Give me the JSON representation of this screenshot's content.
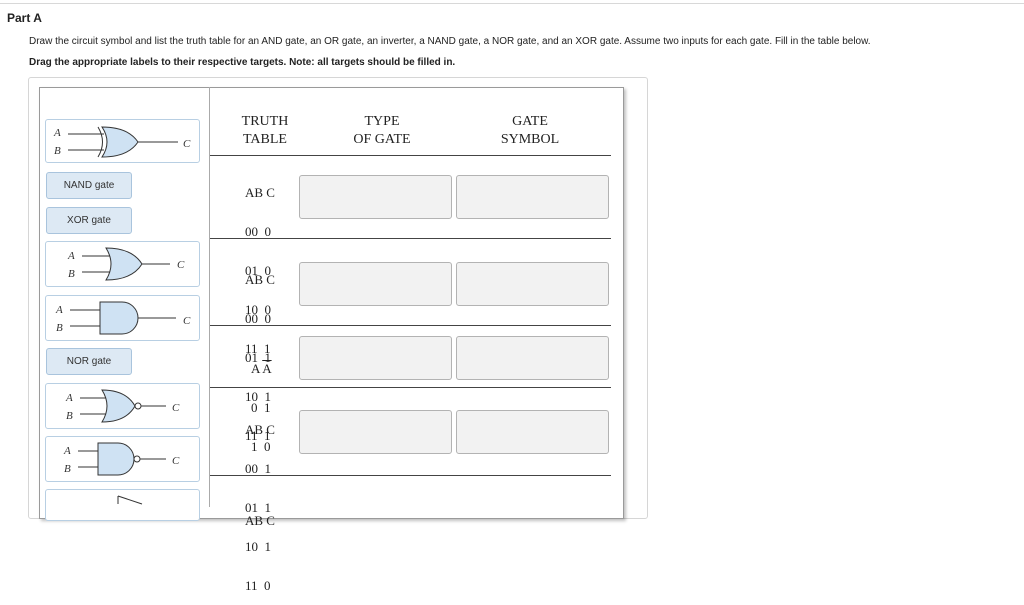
{
  "part": {
    "title": "Part A"
  },
  "instructions": "Draw the circuit symbol and list the truth table for an AND gate, an OR gate, an inverter, a NAND gate, a NOR gate, and an XOR gate. Assume two inputs for each gate. Fill in the table below.",
  "drag_instruction": "Drag the appropriate labels to their respective targets. Note: all targets should be filled in.",
  "gate_inputs": {
    "a": "A",
    "b": "B",
    "out": "C"
  },
  "labels": {
    "nand": "NAND gate",
    "xor": "XOR gate",
    "nor": "NOR gate"
  },
  "table": {
    "headers": {
      "truth_1": "TRUTH",
      "truth_2": "TABLE",
      "type_1": "TYPE",
      "type_2": "OF GATE",
      "symbol_1": "GATE",
      "symbol_2": "SYMBOL"
    },
    "rows": [
      {
        "header": "AB C",
        "lines": [
          "00  0",
          "01  0",
          "10  0",
          "11  1"
        ]
      },
      {
        "header": "AB C",
        "lines": [
          "00  0",
          "01  1",
          "10  1",
          "11  1"
        ]
      },
      {
        "header": "A A",
        "lines": [
          "0  1",
          "1  0"
        ]
      },
      {
        "header": "AB C",
        "lines": [
          "00  1",
          "01  1",
          "10  1",
          "11  0"
        ]
      },
      {
        "header": "AB C",
        "lines": []
      }
    ]
  }
}
